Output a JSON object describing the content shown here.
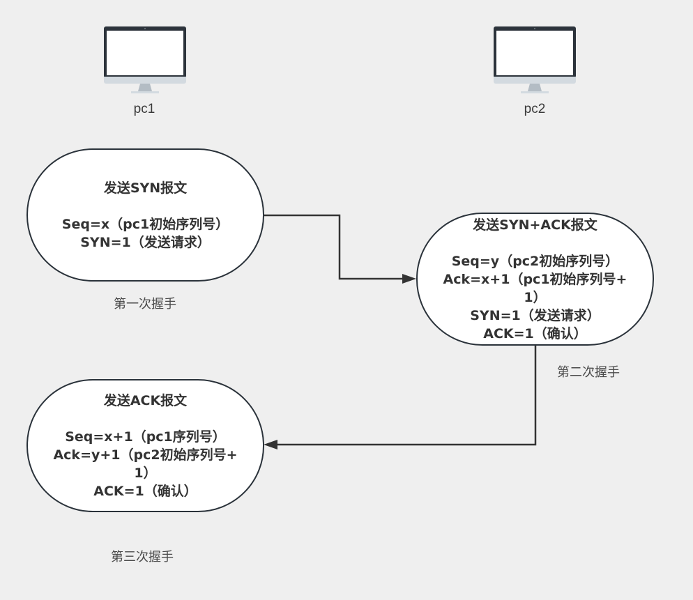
{
  "hosts": [
    {
      "id": "pc1",
      "label": "pc1",
      "icon": "desktop-monitor-icon"
    },
    {
      "id": "pc2",
      "label": "pc2",
      "icon": "desktop-monitor-icon"
    }
  ],
  "nodes": [
    {
      "id": "syn",
      "title": "发送SYN报文",
      "lines": [
        "Seq=x（pc1初始序列号）",
        "SYN=1（发送请求）"
      ]
    },
    {
      "id": "syn-ack",
      "title": "发送SYN+ACK报文",
      "lines": [
        "Seq=y（pc2初始序列号）",
        "Ack=x+1（pc1初始序列号+",
        "1）",
        "SYN=1（发送请求）",
        "ACK=1（确认）"
      ]
    },
    {
      "id": "ack",
      "title": "发送ACK报文",
      "lines": [
        "Seq=x+1（pc1序列号）",
        "Ack=y+1（pc2初始序列号+",
        "1）",
        "ACK=1（确认）"
      ]
    }
  ],
  "steps": [
    {
      "label": "第一次握手"
    },
    {
      "label": "第二次握手"
    },
    {
      "label": "第三次握手"
    }
  ],
  "edges": [
    {
      "from": "syn",
      "to": "syn-ack"
    },
    {
      "from": "syn-ack",
      "to": "ack"
    }
  ],
  "colors": {
    "background": "#efefef",
    "node_border": "#2a323a",
    "node_fill": "#ffffff",
    "connector": "#333333",
    "monitor_frame": "#2c333b",
    "monitor_stand": "#b3bcc4",
    "monitor_chin": "#d3dae0"
  }
}
